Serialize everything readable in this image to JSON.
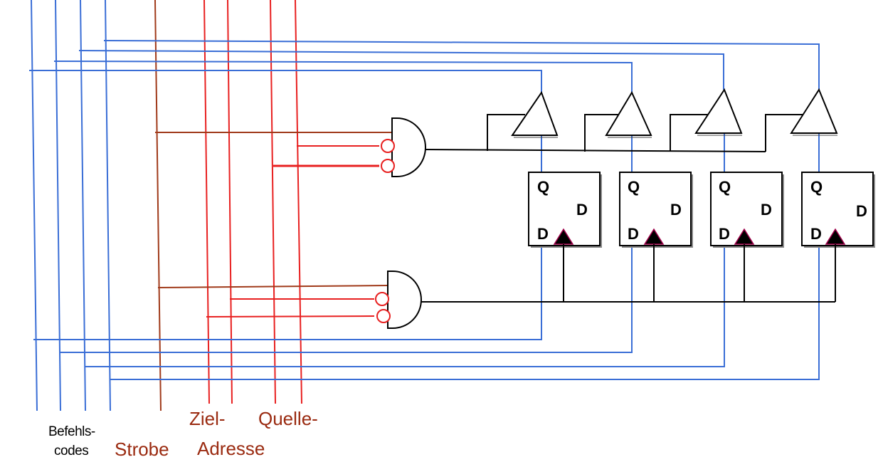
{
  "labels": {
    "befehls_line1": "Befehls-",
    "befehls_line2": "codes",
    "strobe": "Strobe",
    "ziel": "Ziel-",
    "adresse": "Adresse",
    "quelle": "Quelle-"
  },
  "flipflop": {
    "q_label": "Q",
    "d_label": "D",
    "count": 4
  },
  "buffers": {
    "count": 4
  },
  "colors": {
    "code_wire": "#3a6ed6",
    "strobe_wire": "#a03a1a",
    "address_wire": "#e82020",
    "logic_wire": "#000000",
    "clock_fill": "#000000",
    "clock_edge": "#a0004a"
  }
}
